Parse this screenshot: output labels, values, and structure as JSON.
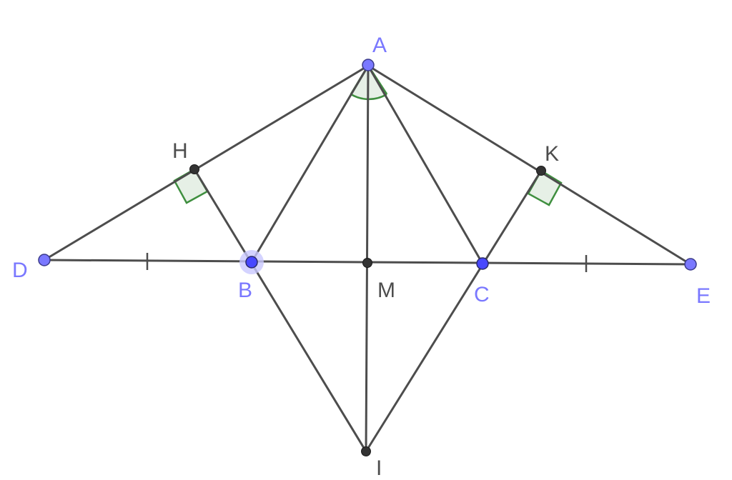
{
  "diagram": {
    "points": {
      "A": {
        "label": "A",
        "color": "#7a78ff"
      },
      "B": {
        "label": "B",
        "color": "#7a78ff"
      },
      "C": {
        "label": "C",
        "color": "#7a78ff"
      },
      "D": {
        "label": "D",
        "color": "#7a78ff"
      },
      "E": {
        "label": "E",
        "color": "#7a78ff"
      },
      "H": {
        "label": "H",
        "color": "#4d4d4d"
      },
      "K": {
        "label": "K",
        "color": "#4d4d4d"
      },
      "M": {
        "label": "M",
        "color": "#4d4d4d"
      },
      "I": {
        "label": "I",
        "color": "#4d4d4d"
      }
    },
    "segments": [
      "A-D",
      "A-E",
      "A-B",
      "A-C",
      "A-I",
      "D-E",
      "H-I",
      "K-I"
    ],
    "equal_marks": [
      "D-B",
      "C-E"
    ],
    "right_angles": [
      "H",
      "K"
    ],
    "angle_marks": [
      "A"
    ],
    "colors": {
      "line": "#4d4d4d",
      "mark_stroke": "#3f8f3f",
      "mark_fill": "#e6f0e6",
      "free_point": "#7a78ff",
      "bound_point": "#4848ff",
      "dependent_point": "#333333"
    }
  }
}
